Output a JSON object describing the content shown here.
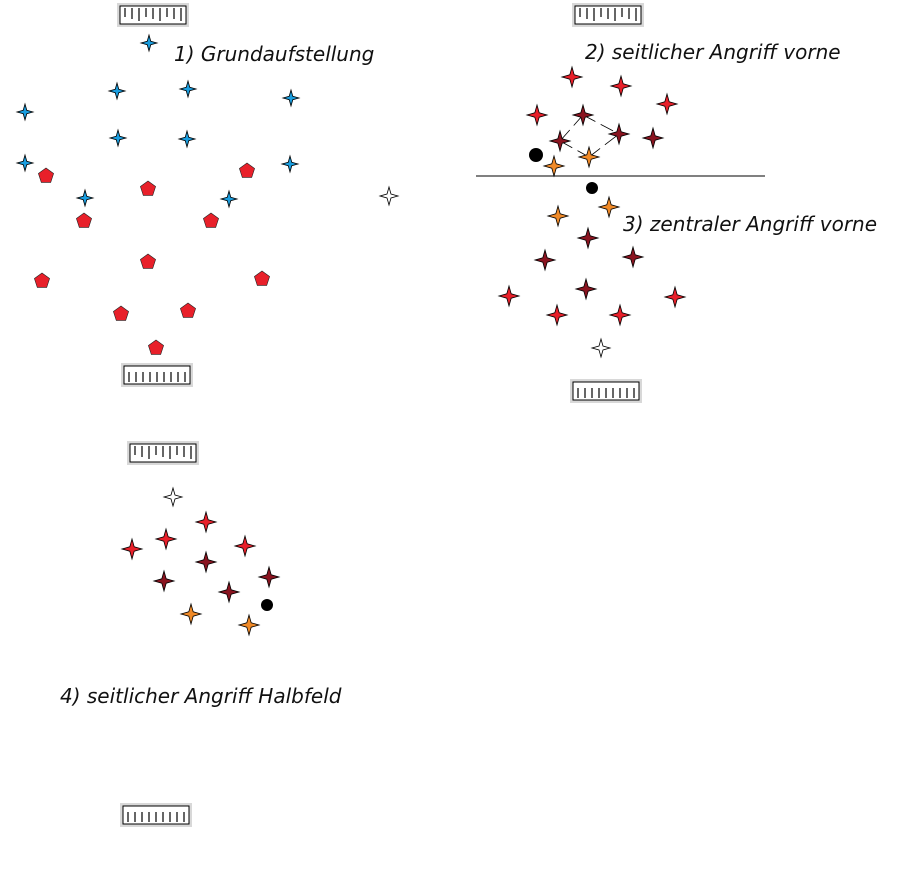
{
  "labels": {
    "formation_1": "1) Grundaufstellung",
    "formation_2": "2) seitlicher Angriff vorne",
    "formation_3": "3) zentraler Angriff vorne",
    "formation_4": "4) seitlicher Angriff Halbfeld"
  },
  "colors": {
    "blue_player": "#1a9ee0",
    "red_player": "#e8202a",
    "dark_red_player": "#8a1420",
    "orange_player": "#f08a28",
    "goalkeeper": "#ffffff",
    "ball": "#000000",
    "goal_frame": "#d8d8d8"
  }
}
